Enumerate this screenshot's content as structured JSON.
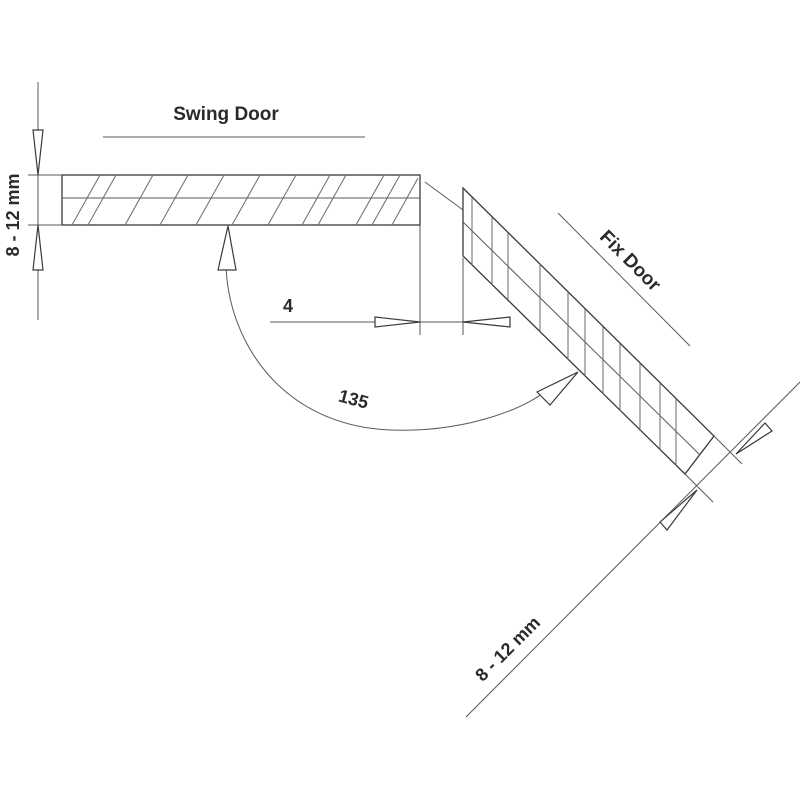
{
  "labels": {
    "swing_door": "Swing Door",
    "fix_door": "Fix Door",
    "thickness_left": "8 - 12 mm",
    "thickness_right": "8 - 12 mm",
    "gap": "4",
    "angle": "135"
  }
}
